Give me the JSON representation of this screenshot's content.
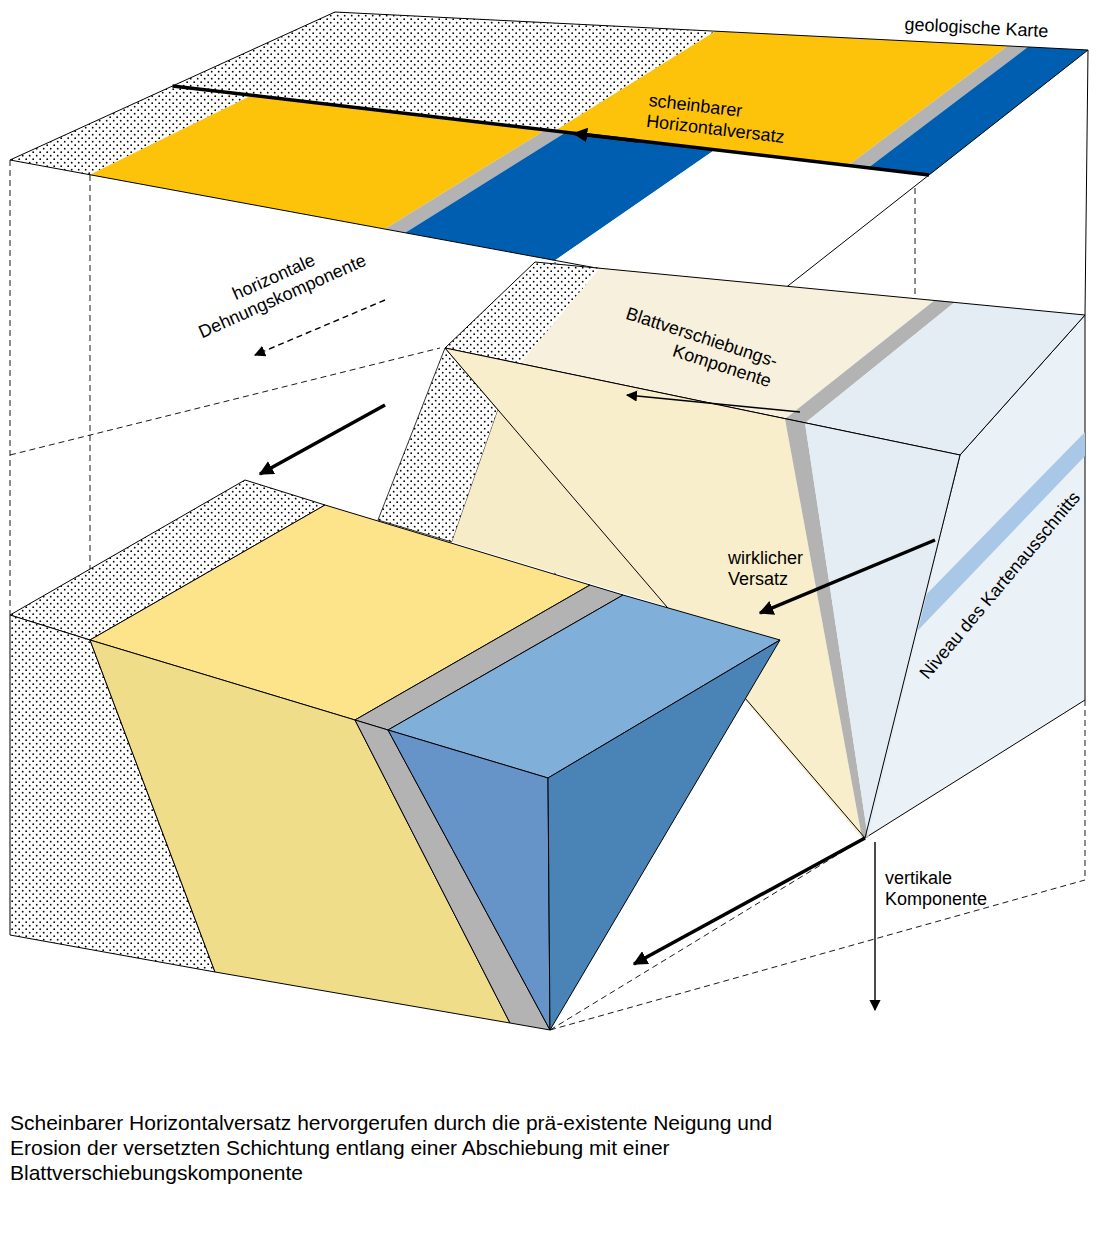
{
  "diagram": {
    "caption": "Scheinbarer Horizontalversatz hervorgerufen durch die prä-existente Neigung und Erosion der versetzten Schichtung entlang einer Abschiebung mit einer Blattverschiebungskomponente",
    "labels": [
      "geologische Karte",
      "scheinbarer Horizontalversatz",
      "horizontale Dehnungskomponente",
      "Blattverschiebungs- Komponente",
      "wirklicher Versatz",
      "Niveau des Kartenausschnitts",
      "vertikale Komponente"
    ]
  }
}
